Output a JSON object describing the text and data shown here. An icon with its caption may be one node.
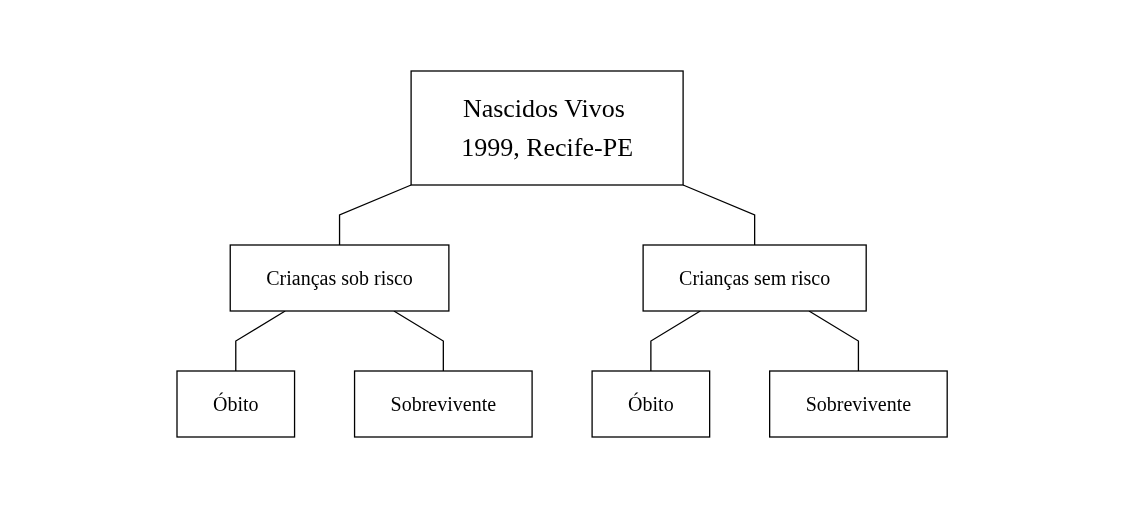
{
  "diagram": {
    "nodes": [
      {
        "text": [
          "Nascidos Vivos 1999, Recife-PE"
        ]
      },
      {
        "text": [
          "Crianças sob risco"
        ]
      },
      {
        "text": [
          "Crianças sem risco"
        ]
      },
      {
        "text": [
          "Óbito"
        ]
      },
      {
        "text": [
          "Sobrevivente"
        ]
      },
      {
        "text": [
          "Óbito"
        ]
      },
      {
        "text": [
          "Sobrevivente"
        ]
      }
    ],
    "edges": [
      {
        "from": 0,
        "to": 1,
        "arrow": "none"
      },
      {
        "from": 0,
        "to": 2,
        "arrow": "none"
      },
      {
        "from": 1,
        "to": 3,
        "arrow": "none"
      },
      {
        "from": 1,
        "to": 4,
        "arrow": "none"
      },
      {
        "from": 2,
        "to": 5,
        "arrow": "none"
      },
      {
        "from": 2,
        "to": 6,
        "arrow": "none"
      }
    ]
  }
}
